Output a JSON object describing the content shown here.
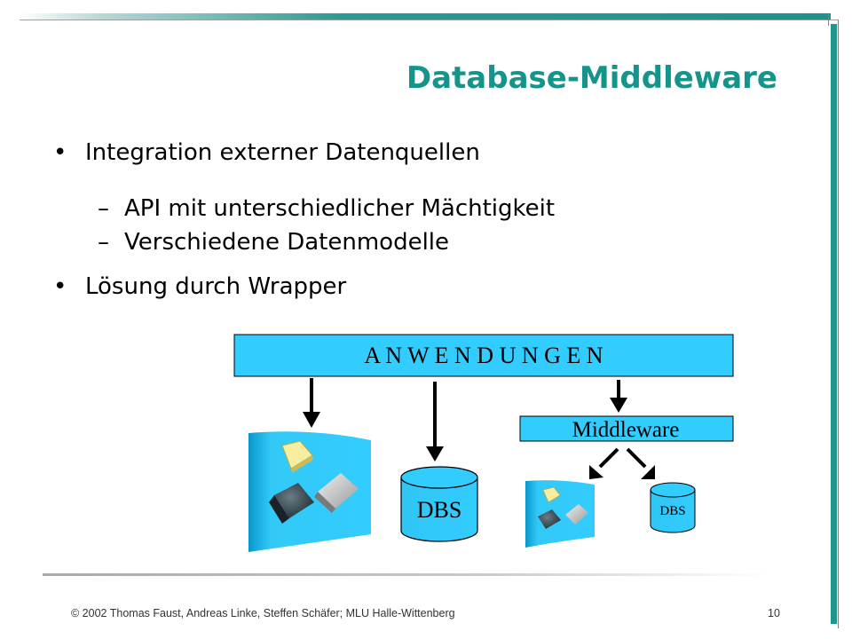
{
  "slide": {
    "title": "Database-Middleware",
    "bullets": [
      {
        "text": "Integration externer Datenquellen",
        "sub": [
          "API mit unterschiedlicher Mächtigkeit",
          "Verschiedene Datenmodelle"
        ]
      },
      {
        "text": "Lösung durch Wrapper",
        "sub": []
      }
    ],
    "bullet_symbol": "•",
    "dash_symbol": "–"
  },
  "diagram": {
    "app_bar_label": "A N W E N D U N G E N",
    "middleware_label": "Middleware",
    "dbs_large_label": "DBS",
    "dbs_small_label": "DBS",
    "icons": [
      "file-system-icon",
      "file-system-icon-small"
    ],
    "colors": {
      "box_fill": "#33ccff",
      "cylinder_fill": "#33ccff",
      "arrow": "#000000",
      "accent": "#15948c"
    }
  },
  "footer": {
    "copyright": "© 2002 Thomas Faust, Andreas Linke, Steffen Schäfer; MLU Halle-Wittenberg",
    "page_number": "10"
  }
}
